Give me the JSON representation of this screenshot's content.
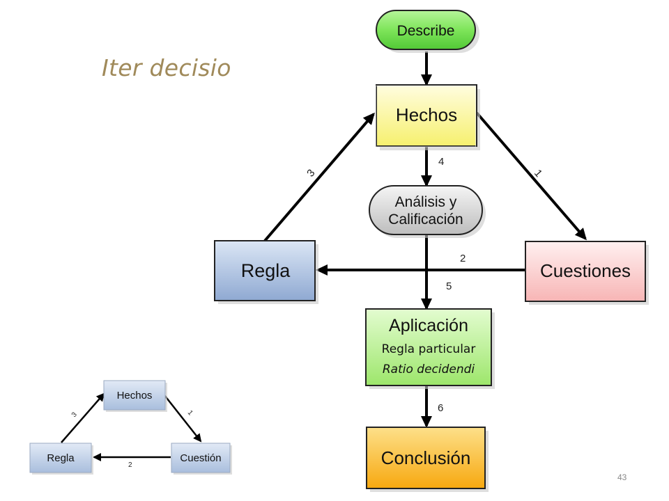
{
  "title": "Iter decisio",
  "page_number": "43",
  "main_diagram": {
    "nodes": {
      "describe": "Describe",
      "hechos": "Hechos",
      "analisis_line1": "Análisis y",
      "analisis_line2": "Calificación",
      "regla": "Regla",
      "cuestiones": "Cuestiones",
      "aplicacion_title": "Aplicación",
      "aplicacion_line2": "Regla particular",
      "aplicacion_line3": "Ratio decidendi",
      "conclusion": "Conclusión"
    },
    "edge_labels": {
      "e1": "1",
      "e2": "2",
      "e3": "3",
      "e4": "4",
      "e5": "5",
      "e6": "6"
    }
  },
  "mini_diagram": {
    "nodes": {
      "hechos": "Hechos",
      "regla": "Regla",
      "cuestion": "Cuestión"
    },
    "edge_labels": {
      "e1": "1",
      "e2": "2",
      "e3": "3"
    }
  },
  "colors": {
    "title": "#a08a5a",
    "describe": "#7ee55a",
    "hechos": "#fbf89a",
    "analisis": "#d4d4d4",
    "regla": "#a9bfdf",
    "cuestiones": "#f8c8c8",
    "aplicacion": "#b8ee90",
    "conclusion": "#fbbf2a"
  }
}
